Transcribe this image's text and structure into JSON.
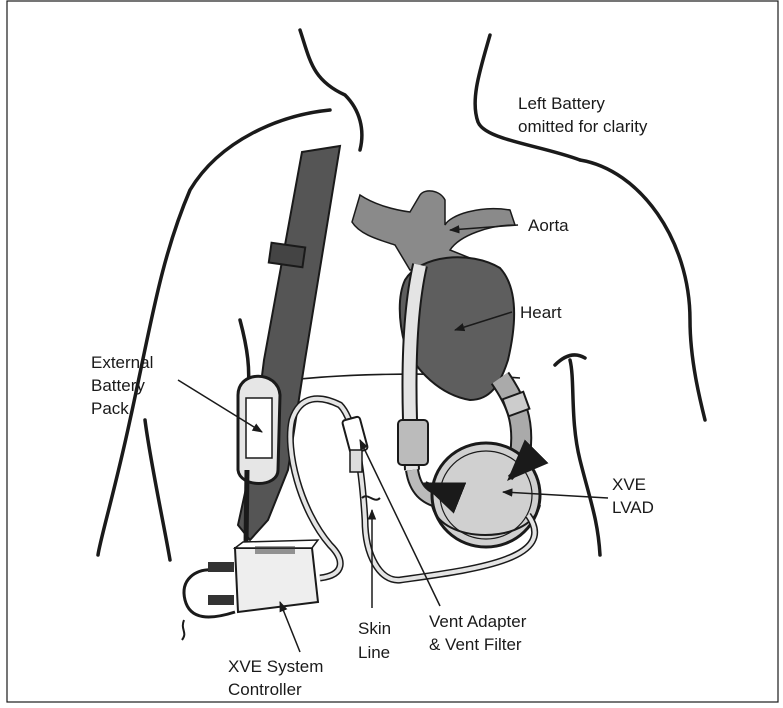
{
  "labels": {
    "left_battery_1": "Left Battery",
    "left_battery_2": "omitted for clarity",
    "aorta": "Aorta",
    "heart": "Heart",
    "external_battery_1": "External",
    "external_battery_2": "Battery",
    "external_battery_3": "Pack",
    "xve_lvad_1": "XVE",
    "xve_lvad_2": "LVAD",
    "skin_line_1": "Skin",
    "skin_line_2": "Line",
    "vent_1": "Vent Adapter",
    "vent_2": "& Vent Filter",
    "controller_1": "XVE System",
    "controller_2": "Controller"
  },
  "colors": {
    "outline": "#1a1a1a",
    "strap": "#555555",
    "heart": "#5e5e5e",
    "vessels": "#8a8a8a",
    "pump": "#d0d0d0",
    "tube": "#e4e4e4",
    "controller": "#eeeeee"
  }
}
